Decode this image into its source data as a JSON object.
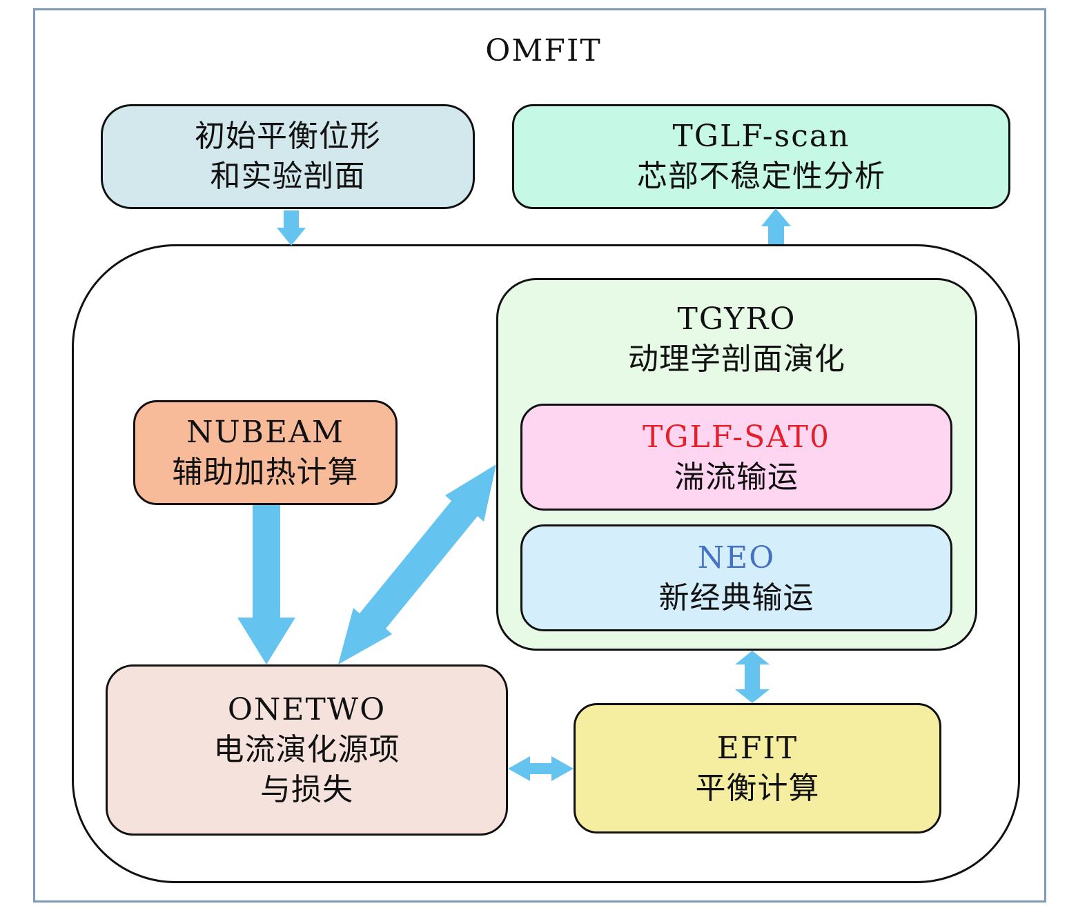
{
  "title": "OMFIT",
  "colors": {
    "arrow": "#64c3ef",
    "frame": "#7d98b8",
    "tglf_sat0_label": "#e4202a",
    "neo_label": "#4472c4"
  },
  "nodes": {
    "init": {
      "line1": "初始平衡位形",
      "line2": "和实验剖面",
      "fill": "#d3e8ec"
    },
    "tglf_scan": {
      "line1": "TGLF-scan",
      "line2": "芯部不稳定性分析",
      "fill": "#c6f8e6"
    },
    "tgyro": {
      "line1": "TGYRO",
      "line2": "动理学剖面演化",
      "fill": "#e6fae6"
    },
    "tglf_sat0": {
      "line1": "TGLF-SAT0",
      "line2": "湍流输运",
      "fill": "#ffd6f2"
    },
    "neo": {
      "line1": "NEO",
      "line2": "新经典输运",
      "fill": "#d4eefb"
    },
    "nubeam": {
      "line1": "NUBEAM",
      "line2": "辅助加热计算",
      "fill": "#f7bb9a"
    },
    "onetwo": {
      "line1": "ONETWO",
      "line2": "电流演化源项",
      "line3": "与损失",
      "fill": "#f6e2dc"
    },
    "efit": {
      "line1": "EFIT",
      "line2": "平衡计算",
      "fill": "#f5eea1"
    }
  },
  "edges": [
    {
      "from": "init",
      "to": "main-container",
      "direction": "one-way"
    },
    {
      "from": "main-container",
      "to": "tglf_scan",
      "direction": "one-way"
    },
    {
      "from": "nubeam",
      "to": "onetwo",
      "direction": "one-way"
    },
    {
      "from": "onetwo",
      "to": "tgyro",
      "direction": "two-way"
    },
    {
      "from": "tgyro",
      "to": "efit",
      "direction": "two-way"
    },
    {
      "from": "onetwo",
      "to": "efit",
      "direction": "two-way"
    }
  ]
}
